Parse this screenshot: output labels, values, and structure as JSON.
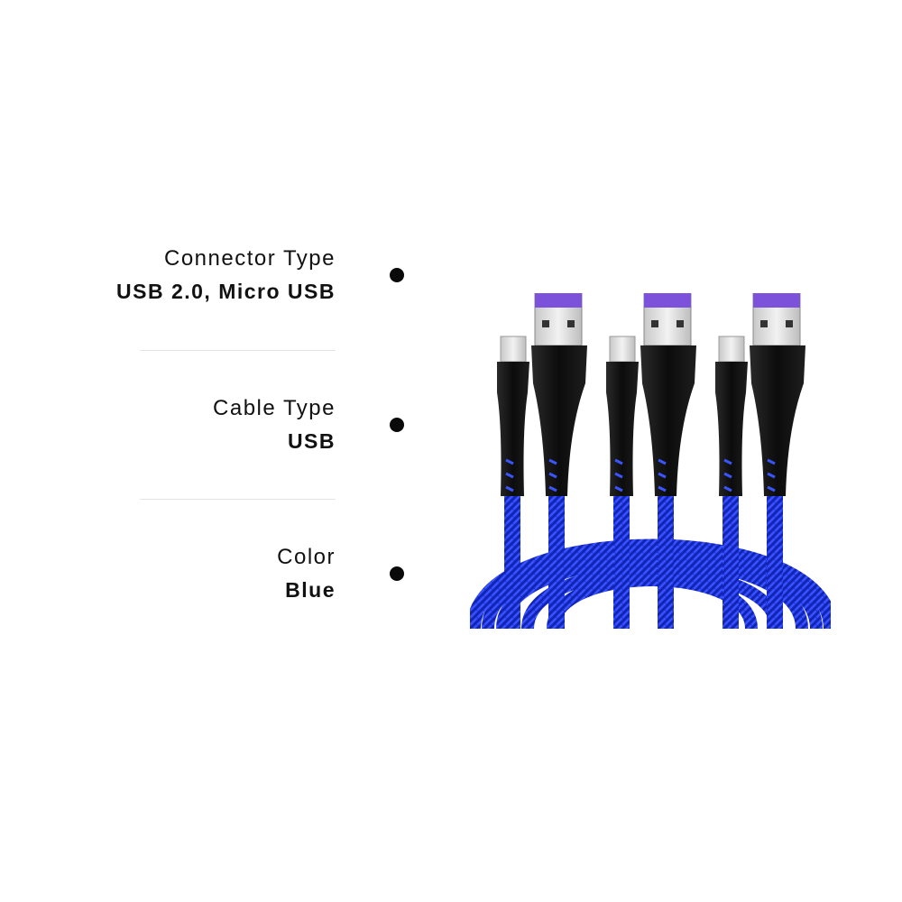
{
  "specs": [
    {
      "label": "Connector Type",
      "value": "USB 2.0, Micro USB"
    },
    {
      "label": "Cable Type",
      "value": "USB"
    },
    {
      "label": "Color",
      "value": "Blue"
    }
  ],
  "colors": {
    "cable_blue": "#1a2fd6",
    "connector_black": "#141414",
    "usb_insert_purple": "#7b52d9",
    "metal": "#dcdcdc"
  }
}
